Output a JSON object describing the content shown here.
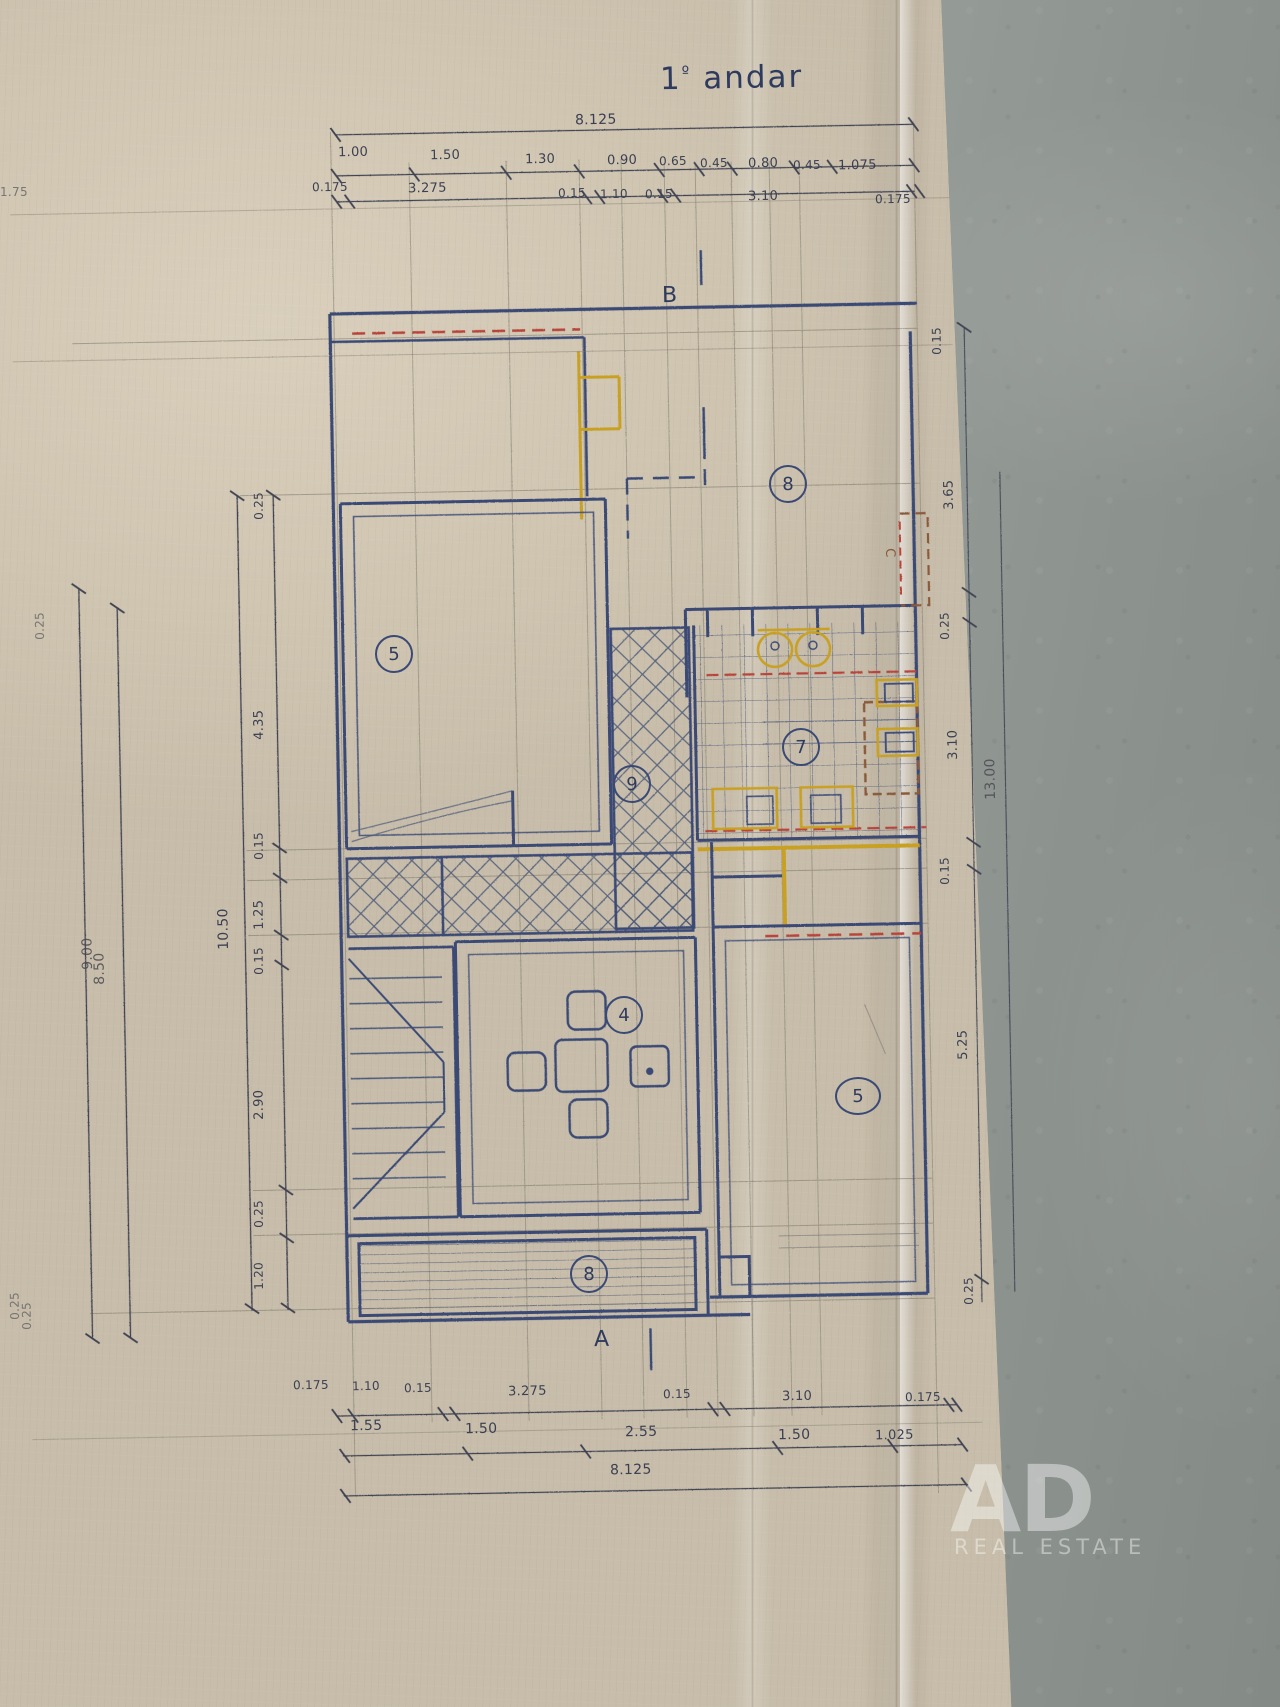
{
  "document": {
    "title": "1º andar",
    "title_main": "andar",
    "title_ordinal": "1",
    "title_sup": "º",
    "type": "architectural-floor-plan",
    "language": "pt"
  },
  "watermark": {
    "line1": "AD",
    "line2": "REAL ESTATE"
  },
  "section_markers": [
    {
      "id": "B",
      "label": "B",
      "position": "top"
    },
    {
      "id": "A",
      "label": "A",
      "position": "bottom"
    },
    {
      "id": "C",
      "label": "C",
      "position": "right"
    }
  ],
  "room_numbers": [
    {
      "label": "8",
      "name": "room-8-top"
    },
    {
      "label": "5",
      "name": "room-5-left"
    },
    {
      "label": "9",
      "name": "room-9-corridor"
    },
    {
      "label": "7",
      "name": "room-7-bathroom"
    },
    {
      "label": "4",
      "name": "room-4-center"
    },
    {
      "label": "5",
      "name": "room-5-right"
    },
    {
      "label": "8",
      "name": "room-8-balcony"
    }
  ],
  "dimensions": {
    "top_overall": "8.125",
    "top_row1": [
      "1.00",
      "1.50",
      "1.30",
      "0.90",
      "0.65",
      "0.45",
      "0.80",
      "0.45",
      "1.075"
    ],
    "top_row2": [
      "0.175",
      "3.275",
      "0.15",
      "1.10",
      "0.15",
      "3.10",
      "0.175"
    ],
    "bottom_overall": "8.125",
    "bottom_row1": [
      "0.175",
      "1.10",
      "0.15",
      "3.275",
      "0.15",
      "3.10",
      "0.175"
    ],
    "bottom_row2": [
      "1.55",
      "1.50",
      "2.55",
      "1.50",
      "1.025"
    ],
    "left_overall_outer": "8.50",
    "left_overall_mid": "9.00",
    "left_overall_inner": "10.50",
    "left_chain": [
      "0.25",
      "4.35",
      "0.15",
      "1.25",
      "0.15",
      "2.90",
      "0.25",
      "1.20",
      "0.25"
    ],
    "left_extra_top": "0.25",
    "left_extra_bottom": "0.25",
    "left_edge_top": "1.75",
    "right_overall": "13.00",
    "right_chain": [
      "0.15",
      "3.65",
      "0.25",
      "3.10",
      "0.15",
      "5.25",
      "0.25"
    ],
    "right_extra": "0.25"
  },
  "colors": {
    "ink_blue": "#3b4a75",
    "ink_dark": "#2f3b5e",
    "accent_red": "#c0392b",
    "accent_yellow": "#c8a020",
    "paper": "#cfc5b2",
    "pencil_grey": "#6b6b70"
  },
  "rooms_geometry_note": "hand-drawn plan: bedrooms, central hall, bathroom with tiled hatch, stair, balcony"
}
